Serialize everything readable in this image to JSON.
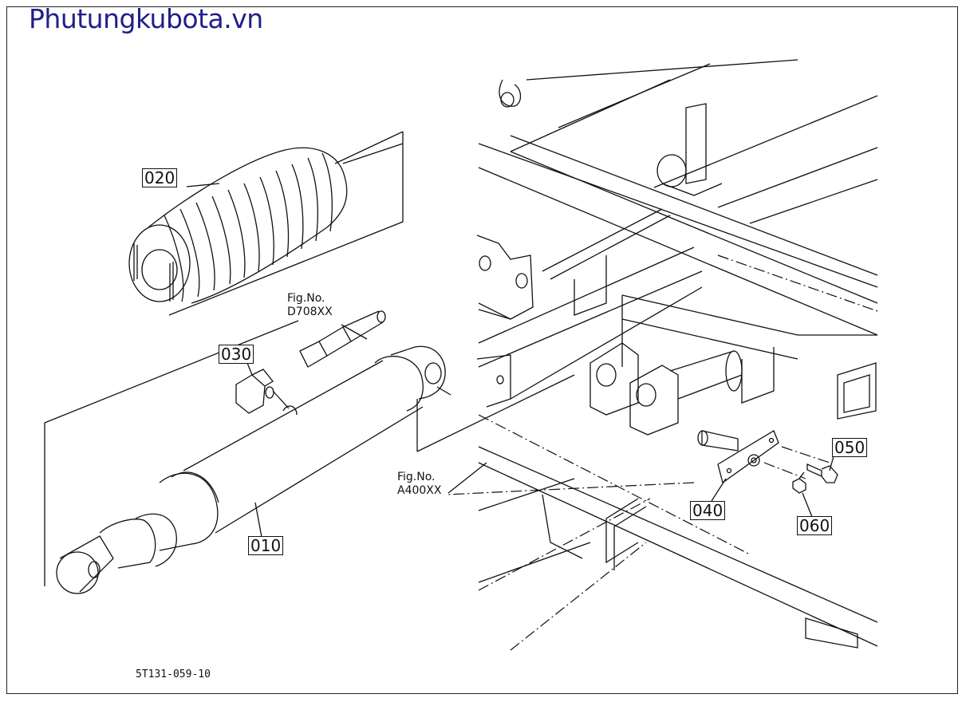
{
  "watermark": "Phutungkubota.vn",
  "drawing_code": "5T131-059-10",
  "parts": [
    {
      "id": "020"
    },
    {
      "id": "030"
    },
    {
      "id": "010"
    },
    {
      "id": "040"
    },
    {
      "id": "050"
    },
    {
      "id": "060"
    }
  ],
  "references": [
    {
      "label": "Fig.No.",
      "code": "D708XX"
    },
    {
      "label": "Fig.No.",
      "code": "A400XX"
    }
  ]
}
